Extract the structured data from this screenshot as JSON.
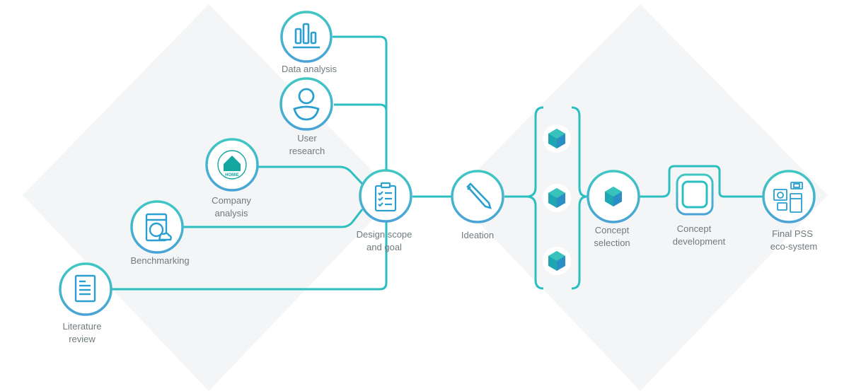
{
  "colors": {
    "line": "#2bbfc2",
    "node_fill": "#ffffff",
    "ring_start": "#3fc7c3",
    "ring_end": "#4aa3d6",
    "icon": "#2a9fd0",
    "icon_teal": "#13a7a0",
    "bg_diamond": "#f4f5f6",
    "label": "#6f7a7d"
  },
  "nodes": {
    "data_analysis": {
      "label": "Data analysis",
      "icon": "bar-chart-icon"
    },
    "user_research": {
      "label_line1": "User",
      "label_line2": "research",
      "icon": "user-icon"
    },
    "company_analysis": {
      "label_line1": "Company",
      "label_line2": "analysis",
      "icon": "homie-logo-icon",
      "logo_text": "HOMIE"
    },
    "benchmarking": {
      "label": "Benchmarking",
      "icon": "washing-machine-icon"
    },
    "literature_review": {
      "label_line1": "Literature",
      "label_line2": "review",
      "icon": "document-icon"
    },
    "design_scope": {
      "label_line1": "Design scope",
      "label_line2": "and goal",
      "icon": "clipboard-checklist-icon"
    },
    "ideation": {
      "label": "Ideation",
      "icon": "pencil-icon"
    },
    "concept_selection": {
      "label_line1": "Concept",
      "label_line2": "selection",
      "icon": "cube-icon"
    },
    "concept_development": {
      "label_line1": "Concept",
      "label_line2": "development",
      "icon": "rounded-square-icon"
    },
    "final_pss": {
      "label_line1": "Final PSS",
      "label_line2": "eco-system",
      "icon": "appliances-icon"
    }
  },
  "concept_options": [
    {
      "icon": "cube-icon"
    },
    {
      "icon": "cube-icon"
    },
    {
      "icon": "cube-icon"
    }
  ]
}
